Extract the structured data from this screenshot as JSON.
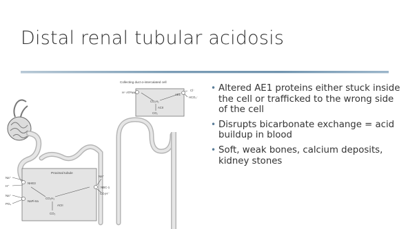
{
  "slide": {
    "title": "Distal renal tubular acidosis",
    "accent_color": "#6f93ae",
    "bullets": [
      "Altered AE1 proteins either stuck inside the cell or trafficked to the wrong side of the cell",
      "Disrupts bicarbonate exchange = acid buildup in blood",
      "Soft, weak bones, calcium deposits, kidney stones"
    ]
  },
  "figure": {
    "intercalated_cell": {
      "caption": "Collecting duct α-intercalated cell",
      "pump_label": "H⁺ ATPase",
      "exchanger_label": "AE1",
      "cl_label": "Cl⁻",
      "hco3_out_label": "HCO₃⁻",
      "eq_top": "CO₂H₂",
      "enzyme": "ACII",
      "eq_bottom": "CO₂"
    },
    "proximal_tubule": {
      "caption": "Proximal tubule",
      "left_ions": [
        "Na⁺",
        "H⁺",
        "Na⁺",
        "PO₄"
      ],
      "nhe3": "NHE3",
      "napi": "NaPi-IIa",
      "eq_top": "CO₂H₂",
      "enzyme": "ACII",
      "eq_bottom": "CO₂",
      "na_right": "Na⁺",
      "nbc1": "NBC-1",
      "hco3_right": "CO₂H⁻"
    }
  }
}
